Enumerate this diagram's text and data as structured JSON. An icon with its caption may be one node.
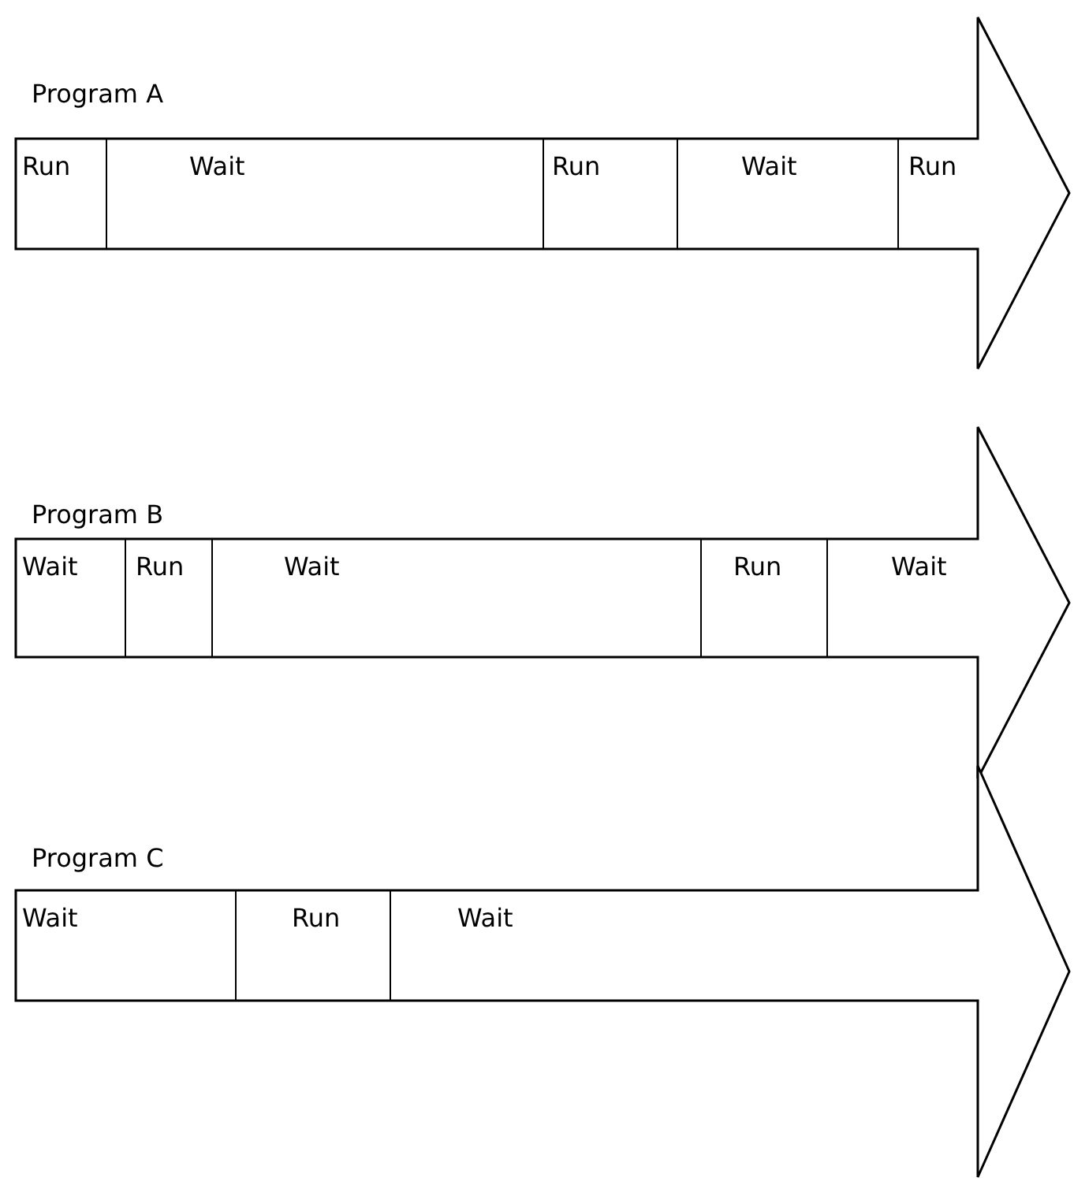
{
  "diagram": {
    "nodes": [
      {
        "text": [
          "Program A"
        ]
      },
      {
        "text": [
          "Run"
        ],
        "in": 0
      },
      {
        "text": [
          "Wait"
        ],
        "in": 0
      },
      {
        "text": [
          "Run"
        ],
        "in": 0
      },
      {
        "text": [
          "Wait"
        ],
        "in": 0
      },
      {
        "text": [
          "Run"
        ],
        "in": 0
      },
      {
        "text": [
          "Program B"
        ]
      },
      {
        "text": [
          "Wait"
        ],
        "in": 6
      },
      {
        "text": [
          "Run"
        ],
        "in": 6
      },
      {
        "text": [
          "Wait"
        ],
        "in": 6
      },
      {
        "text": [
          "Run"
        ],
        "in": 6
      },
      {
        "text": [
          "Wait"
        ],
        "in": 6
      },
      {
        "text": [
          "Program C"
        ]
      },
      {
        "text": [
          "Wait"
        ],
        "in": 12
      },
      {
        "text": [
          "Run"
        ],
        "in": 12
      },
      {
        "text": [
          "Wait"
        ],
        "in": 12
      }
    ]
  }
}
